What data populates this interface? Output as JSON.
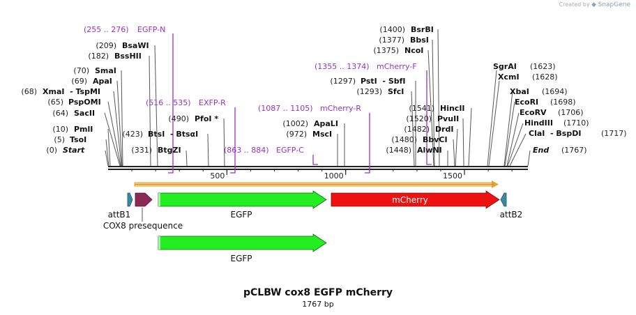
{
  "credit": {
    "prefix": "Created by",
    "brand": "SnapGene"
  },
  "title": "pCLBW cox8 EGFP mCherry",
  "length_label": "1767 bp",
  "ruler": {
    "ticks": [
      {
        "label": "500",
        "pos": 500
      },
      {
        "label": "1000",
        "pos": 1000
      },
      {
        "label": "1500",
        "pos": 1500
      }
    ],
    "max": 1767
  },
  "colors": {
    "primer": "#9b30c8",
    "egfp": "#22ee22",
    "mcherry": "#ee1111",
    "presequence": "#8b2a55",
    "att": "#3a8aa0",
    "orf": "#e8a030"
  },
  "enzymes": [
    {
      "pos": "(0)",
      "name": "Start",
      "italic": true,
      "site": 0
    },
    {
      "pos": "(5)",
      "name": "TsoI",
      "site": 5
    },
    {
      "pos": "(10)",
      "name": "PmlI",
      "site": 10
    },
    {
      "pos": "(64)",
      "name": "SacII",
      "site": 64
    },
    {
      "pos": "(65)",
      "name": "PspOMI",
      "site": 65
    },
    {
      "pos": "(68)",
      "name": "XmaI  - TspMI",
      "site": 68
    },
    {
      "pos": "(69)",
      "name": "ApaI",
      "site": 69
    },
    {
      "pos": "(70)",
      "name": "SmaI",
      "site": 70
    },
    {
      "pos": "(182)",
      "name": "BssHII",
      "site": 182
    },
    {
      "pos": "(209)",
      "name": "BsaWI",
      "site": 209
    },
    {
      "pos": "(331)",
      "name": "BtgZI",
      "site": 331
    },
    {
      "pos": "(423)",
      "name": "BtsI  - BtsαI",
      "site": 423
    },
    {
      "pos": "(490)",
      "name": "PfoI *",
      "site": 490
    },
    {
      "pos": "(972)",
      "name": "MscI",
      "site": 972
    },
    {
      "pos": "(1002)",
      "name": "ApaLI",
      "site": 1002
    },
    {
      "pos": "(1293)",
      "name": "SfcI",
      "site": 1293
    },
    {
      "pos": "(1297)",
      "name": "PstI  - SbfI",
      "site": 1297
    },
    {
      "pos": "(1375)",
      "name": "NcoI",
      "site": 1375
    },
    {
      "pos": "(1377)",
      "name": "BbsI",
      "site": 1377
    },
    {
      "pos": "(1400)",
      "name": "BsrBI",
      "site": 1400
    },
    {
      "pos": "(1448)",
      "name": "AlwNI",
      "site": 1448
    },
    {
      "pos": "(1480)",
      "name": "BbvCI",
      "site": 1480
    },
    {
      "pos": "(1482)",
      "name": "DrdI",
      "site": 1482
    },
    {
      "pos": "(1520)",
      "name": "PvuII",
      "site": 1520
    },
    {
      "pos": "(1541)",
      "name": "HincII",
      "site": 1541
    },
    {
      "pos": "(1623)",
      "name": "SgrAI",
      "site": 1623
    },
    {
      "pos": "(1628)",
      "name": "XcmI",
      "site": 1628
    },
    {
      "pos": "(1694)",
      "name": "XbaI",
      "site": 1694
    },
    {
      "pos": "(1698)",
      "name": "EcoRI",
      "site": 1698
    },
    {
      "pos": "(1706)",
      "name": "EcoRV",
      "site": 1706
    },
    {
      "pos": "(1710)",
      "name": "HindIII",
      "site": 1710
    },
    {
      "pos": "(1717)",
      "name": "ClaI  - BspDI",
      "site": 1717
    },
    {
      "pos": "(1767)",
      "name": "End",
      "italic": true,
      "site": 1767
    }
  ],
  "primers": [
    {
      "range": "(255 .. 276)",
      "name": "EGFP-N"
    },
    {
      "range": "(516 .. 535)",
      "name": "EXFP-R"
    },
    {
      "range": "(863 .. 884)",
      "name": "EGFP-C"
    },
    {
      "range": "(1087 .. 1105)",
      "name": "mCherry-R"
    },
    {
      "range": "(1355 .. 1374)",
      "name": "mCherry-F"
    }
  ],
  "features": [
    {
      "name": "attB1"
    },
    {
      "name": "COX8 presequence"
    },
    {
      "name": "EGFP"
    },
    {
      "name": "mCherry"
    },
    {
      "name": "attB2"
    },
    {
      "name": "EGFP"
    }
  ]
}
